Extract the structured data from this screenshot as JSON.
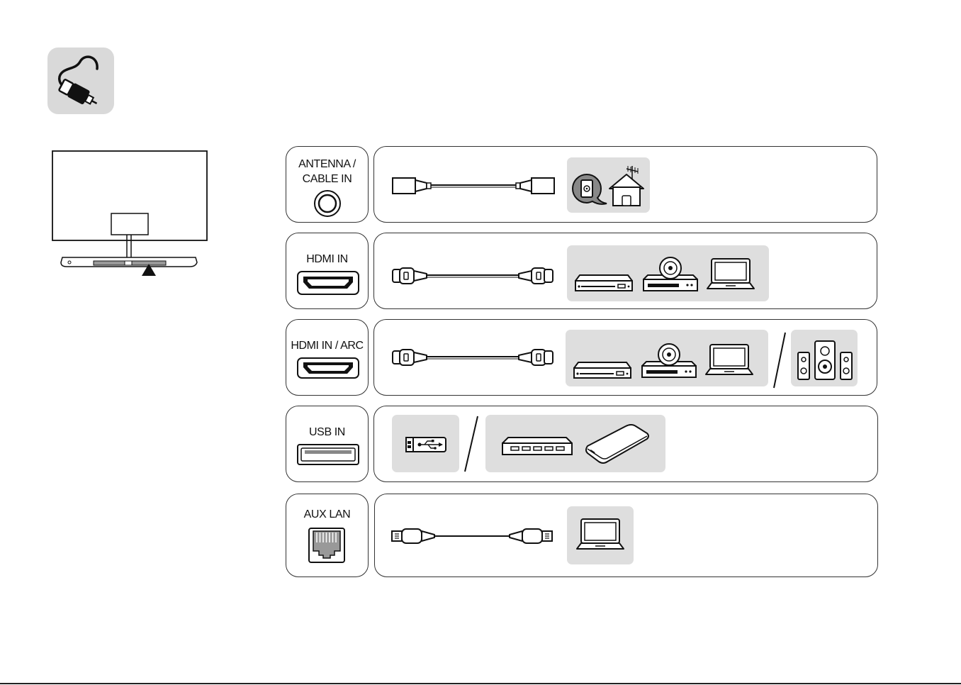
{
  "colors": {
    "panel_border": "#333333",
    "gray_box": "#dedede",
    "icon_tile": "#d9d9d9",
    "line": "#111111"
  },
  "icons": {
    "header": "cable-connection-icon",
    "tv": "tv-rear-view-icon",
    "port_pointer": "triangle-up-icon"
  },
  "ports": [
    {
      "label_lines": [
        "ANTENNA /",
        "CABLE IN"
      ],
      "port_icon": "coaxial-port-icon",
      "cable_icon": "coaxial-cable-icon",
      "devices": [
        "wall-outlet-icon",
        "house-antenna-icon"
      ]
    },
    {
      "label_lines": [
        "HDMI IN"
      ],
      "port_icon": "hdmi-port-icon",
      "cable_icon": "hdmi-cable-icon",
      "devices": [
        "set-top-box-icon",
        "dvd-player-icon",
        "laptop-icon"
      ]
    },
    {
      "label_lines": [
        "HDMI IN / ARC"
      ],
      "port_icon": "hdmi-port-icon",
      "cable_icon": "hdmi-cable-icon",
      "devices": [
        "set-top-box-icon",
        "dvd-player-icon",
        "laptop-icon"
      ],
      "alt_devices": [
        "speaker-system-icon"
      ]
    },
    {
      "label_lines": [
        "USB IN"
      ],
      "port_icon": "usb-port-icon",
      "devices": [
        "usb-flash-drive-icon"
      ],
      "alt_devices": [
        "usb-hub-icon",
        "external-hard-drive-icon"
      ]
    },
    {
      "label_lines": [
        "AUX LAN"
      ],
      "port_icon": "ethernet-port-icon",
      "cable_icon": "ethernet-cable-icon",
      "devices": [
        "laptop-icon"
      ]
    }
  ]
}
